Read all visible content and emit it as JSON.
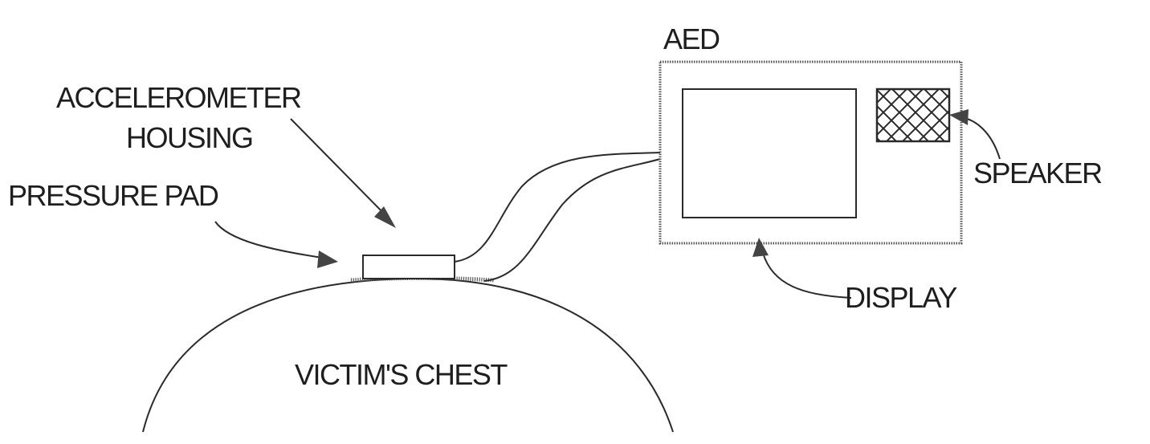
{
  "labels": {
    "aed": "AED",
    "accelerometer_housing_line1": "ACCELEROMETER",
    "accelerometer_housing_line2": "HOUSING",
    "pressure_pad": "PRESSURE PAD",
    "speaker": "SPEAKER",
    "display": "DISPLAY",
    "victims_chest": "VICTIM'S CHEST"
  }
}
